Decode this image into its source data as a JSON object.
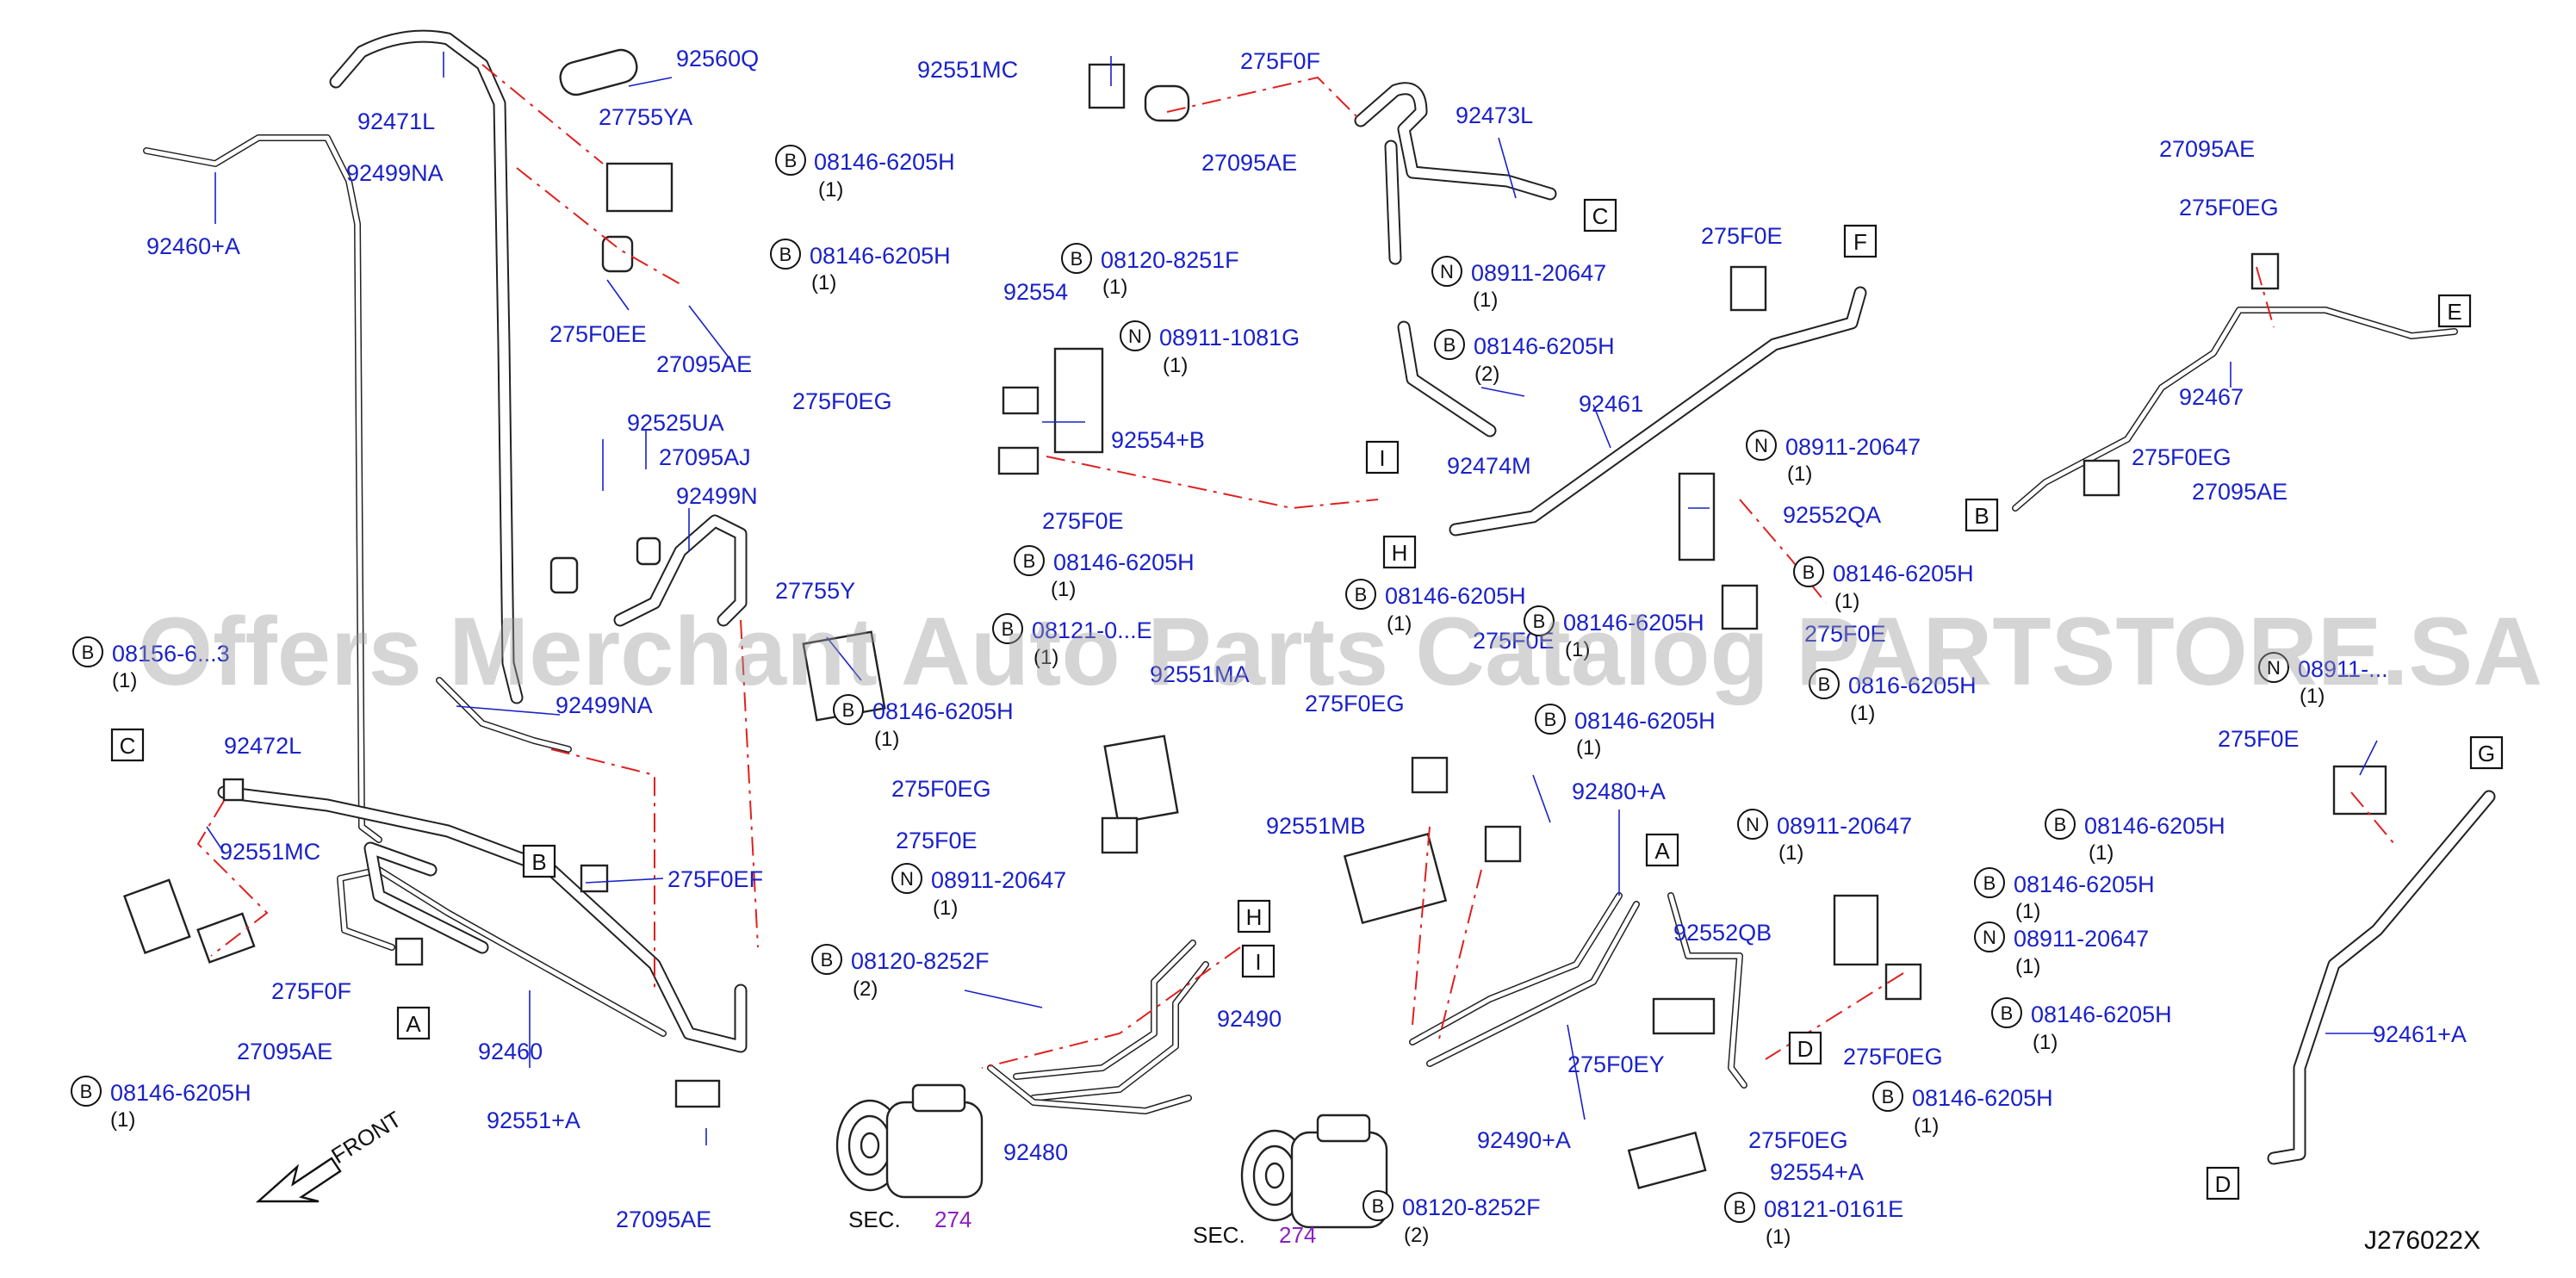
{
  "diagram_code": "J276022X",
  "watermark": "Offers Merchant Auto Parts Catalog PARTSTORE.SA",
  "front_label": "FRONT",
  "sections": [
    {
      "label": "SEC.",
      "num": "274"
    },
    {
      "label": "SEC.",
      "num": "274"
    }
  ],
  "part_labels": [
    "92560Q",
    "92471L",
    "27755YA",
    "92499NA",
    "92460+A",
    "275F0EE",
    "27095AE",
    "92525UA",
    "27095AJ",
    "92499N",
    "27755Y",
    "92499NA",
    "92472L",
    "92551MC",
    "275F0F",
    "27095AE",
    "92460",
    "275F0EF",
    "92551+A",
    "27095AE",
    "92551MC",
    "275F0F",
    "27095AE",
    "92473L",
    "92554",
    "275F0EG",
    "92554+B",
    "275F0E",
    "92474M",
    "92551MA",
    "275F0EG",
    "275F0E",
    "275F0E",
    "92490",
    "92480",
    "275F0EG",
    "92551MB",
    "92480+A",
    "275F0EY",
    "92552QB",
    "92490+A",
    "275F0E",
    "92461",
    "92552QA",
    "275F0E",
    "275F0EG",
    "92554+A",
    "275F0EG",
    "27095AE",
    "275F0EG",
    "92467",
    "275F0EG",
    "27095AE",
    "275F0E",
    "92461+A"
  ],
  "bolt_callouts": [
    {
      "sym": "B",
      "pn": "08146-6205H",
      "qty": "(1)"
    },
    {
      "sym": "B",
      "pn": "08146-6205H",
      "qty": "(1)"
    },
    {
      "sym": "B",
      "pn": "08120-8251F",
      "qty": "(1)"
    },
    {
      "sym": "N",
      "pn": "08911-1081G",
      "qty": "(1)"
    },
    {
      "sym": "B",
      "pn": "08146-6205H",
      "qty": "(1)"
    },
    {
      "sym": "N",
      "pn": "08911-20647",
      "qty": "(1)"
    },
    {
      "sym": "B",
      "pn": "08146-6205H",
      "qty": "(2)"
    },
    {
      "sym": "B",
      "pn": "08156-6...3",
      "qty": "(1)"
    },
    {
      "sym": "B",
      "pn": "08146-6205H",
      "qty": "(1)"
    },
    {
      "sym": "B",
      "pn": "08121-0...E",
      "qty": "(1)"
    },
    {
      "sym": "B",
      "pn": "08146-6205H",
      "qty": "(1)"
    },
    {
      "sym": "N",
      "pn": "08911-20647",
      "qty": "(1)"
    },
    {
      "sym": "B",
      "pn": "08120-8252F",
      "qty": "(2)"
    },
    {
      "sym": "B",
      "pn": "08146-6205H",
      "qty": "(1)"
    },
    {
      "sym": "N",
      "pn": "08911-20647",
      "qty": "(1)"
    },
    {
      "sym": "B",
      "pn": "08146-6205H",
      "qty": "(1)"
    },
    {
      "sym": "B",
      "pn": "08146-6205H",
      "qty": "(1)"
    },
    {
      "sym": "B",
      "pn": "0816-6205H",
      "qty": "(1)"
    },
    {
      "sym": "B",
      "pn": "08120-8252F",
      "qty": "(2)"
    },
    {
      "sym": "N",
      "pn": "08911-20647",
      "qty": "(1)"
    },
    {
      "sym": "B",
      "pn": "08146-6205H",
      "qty": "(1)"
    },
    {
      "sym": "B",
      "pn": "08146-6205H",
      "qty": "(1)"
    },
    {
      "sym": "N",
      "pn": "08911-20647",
      "qty": "(1)"
    },
    {
      "sym": "B",
      "pn": "08146-6205H",
      "qty": "(1)"
    },
    {
      "sym": "B",
      "pn": "08146-6205H",
      "qty": "(1)"
    },
    {
      "sym": "B",
      "pn": "08121-0161E",
      "qty": "(1)"
    },
    {
      "sym": "N",
      "pn": "08911-...",
      "qty": "(1)"
    }
  ],
  "connectors": [
    "C",
    "C",
    "B",
    "A",
    "H",
    "I",
    "F",
    "E",
    "B",
    "H",
    "A",
    "D",
    "G",
    "D"
  ]
}
